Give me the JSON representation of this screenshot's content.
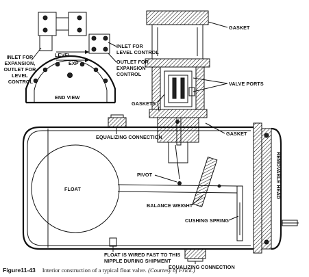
{
  "labels": {
    "gasket_top": "GASKET",
    "inlet_expansion": [
      "INLET FOR",
      "EXPANSION,",
      "OUTLET FOR",
      "LEVEL",
      "CONTROL"
    ],
    "level": "LEVEL",
    "exp": "EXP",
    "inlet_level": [
      "INLET FOR",
      "LEVEL CONTROL"
    ],
    "outlet_expansion": [
      "OUTLET FOR",
      "EXPANSION",
      "CONTROL"
    ],
    "valve_ports": "VALVE PORTS",
    "gaskets": "GASKETS",
    "end_view": "END VIEW",
    "equalizing_top": "EQUALIZING CONNECTION",
    "gasket_right": "GASKET",
    "pivot": "PIVOT",
    "float": "FLOAT",
    "removable_head": "REMOVABLE HEAD",
    "balance_weight": "BALANCE WEIGHT",
    "cushing_spring": "CUSHING SPRING",
    "float_wired": [
      "FLOAT IS WIRED FAST TO THIS",
      "NIPPLE DURING SHIPMENT"
    ],
    "equalizing_bottom": "EQUALIZING CONNECTION"
  },
  "caption": {
    "figure": "Figure11-43",
    "text": "Interior construction of a typical float valve.",
    "credit": "(Courtesy of Frick.)"
  }
}
